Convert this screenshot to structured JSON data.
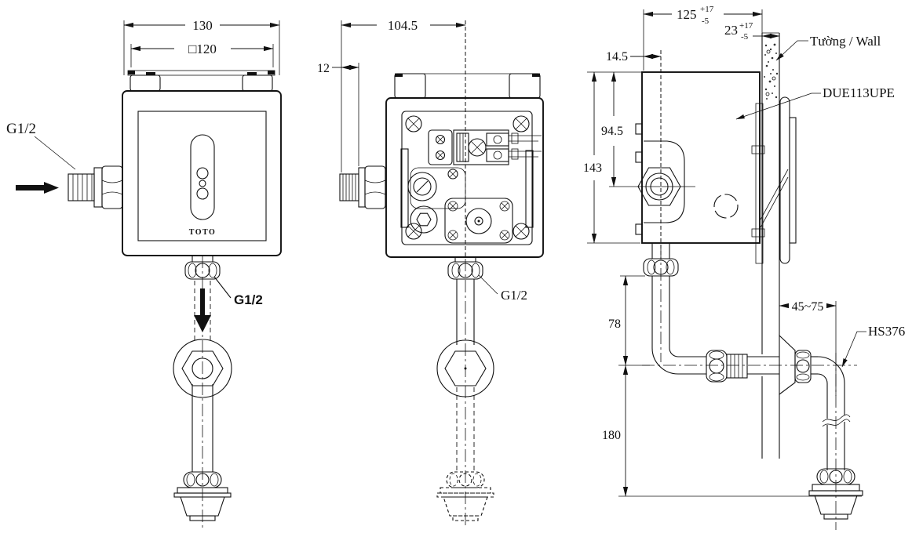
{
  "front_view": {
    "dim_width": "130",
    "dim_plate_width": "□120",
    "inlet_label": "G1/2",
    "outlet_label": "G1/2",
    "brand": "TOTO"
  },
  "internal_view": {
    "dim_center_offset": "104.5",
    "dim_thread_length": "12",
    "outlet_label": "G1/2"
  },
  "side_view": {
    "dim_rough_in": "125",
    "dim_rough_in_tol_plus": "+17",
    "dim_rough_in_tol_minus": "-5",
    "dim_wall_thickness": "23",
    "dim_wall_tol_plus": "+17",
    "dim_wall_tol_minus": "-5",
    "label_wall": "Tường / Wall",
    "label_model": "DUE113UPE",
    "label_pipe": "HS376",
    "dim_outlet_offset": "14.5",
    "dim_inlet_depth": "94.5",
    "dim_body_height": "143",
    "dim_outlet_drop": "78",
    "dim_pipe_drop": "180",
    "dim_wall_to_pipe": "45~75"
  }
}
